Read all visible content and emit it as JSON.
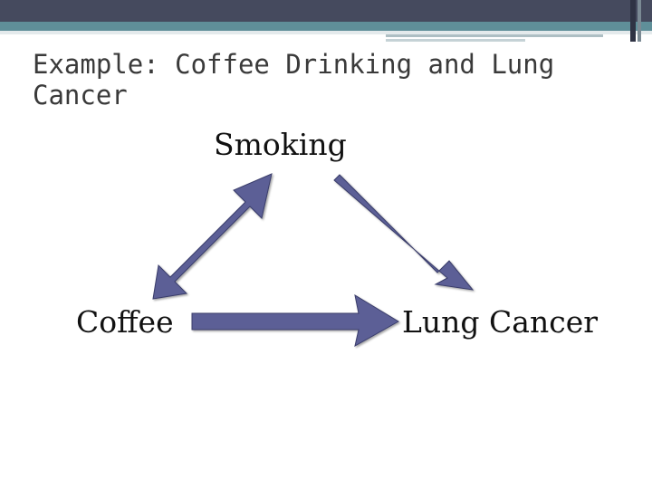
{
  "slide": {
    "title": "Example: Coffee Drinking and Lung Cancer"
  },
  "diagram": {
    "nodes": {
      "smoking": "Smoking",
      "coffee": "Coffee",
      "lung_cancer": "Lung Cancer"
    },
    "edges": [
      {
        "from": "smoking",
        "to": "coffee",
        "direction": "bidirectional"
      },
      {
        "from": "smoking",
        "to": "lung_cancer",
        "direction": "forward"
      },
      {
        "from": "coffee",
        "to": "lung_cancer",
        "direction": "forward"
      }
    ]
  },
  "colors": {
    "header_bar": "#454a5e",
    "header_strip": "#5f8f99",
    "arrow_fill": "#5b5f96",
    "arrow_outline": "#3a3d6a"
  }
}
